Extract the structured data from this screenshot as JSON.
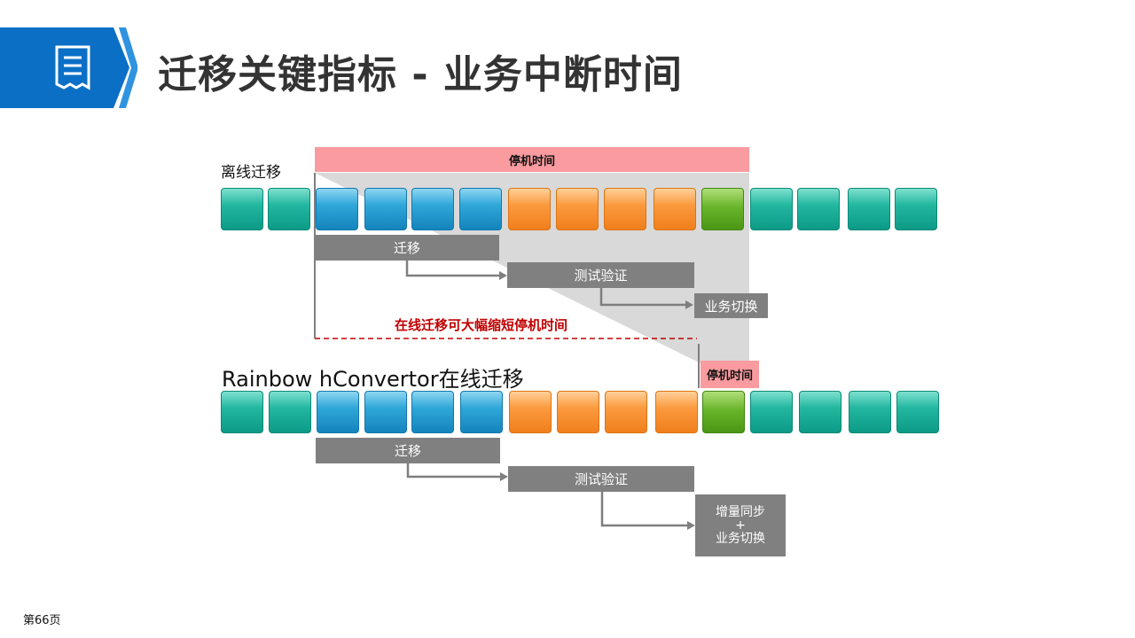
{
  "title": "迁移关键指标 - 业务中断时间",
  "page_number": "第66页",
  "offline": {
    "label": "离线迁移",
    "downtime_label": "停机时间",
    "migrate_label": "迁移",
    "test_label": "测试验证",
    "switch_label": "业务切换"
  },
  "online": {
    "label": "Rainbow hConvertor在线迁移",
    "downtime_label": "停机时间",
    "migrate_label": "迁移",
    "test_label": "测试验证",
    "sync_line1": "增量同步",
    "sync_plus": "+",
    "sync_line2": "业务切换"
  },
  "annotation": "在线迁移可大幅缩短停机时间",
  "block_colors": {
    "teal": "#1aae98",
    "blue": "#2aa3d6",
    "orange": "#f98e2c",
    "green": "#5fae22"
  },
  "offline_blocks": [
    "teal",
    "teal",
    "blue",
    "blue",
    "blue",
    "blue",
    "orange",
    "orange",
    "orange",
    "orange",
    "green",
    "teal",
    "teal",
    "teal",
    "teal"
  ],
  "online_blocks": [
    "teal",
    "teal",
    "blue",
    "blue",
    "blue",
    "blue",
    "orange",
    "orange",
    "orange",
    "orange",
    "green",
    "teal",
    "teal",
    "teal",
    "teal"
  ],
  "icons": {
    "header": "document-icon"
  }
}
